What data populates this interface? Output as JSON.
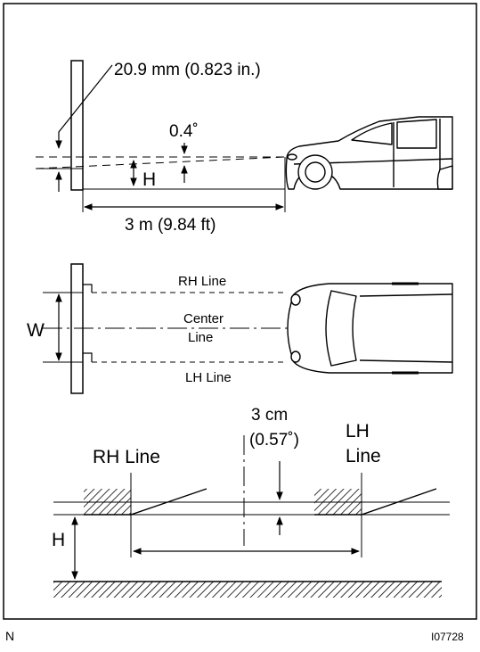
{
  "diagram": {
    "top": {
      "offset_label": "20.9 mm (0.823 in.)",
      "angle_label": "0.4˚",
      "height_label": "H",
      "distance_label": "3 m (9.84 ft)"
    },
    "middle": {
      "width_label": "W",
      "rh_line": "RH Line",
      "center_line_1": "Center",
      "center_line_2": "Line",
      "lh_line": "LH Line"
    },
    "bottom": {
      "drop_label_1": "3 cm",
      "drop_label_2": "(0.57˚)",
      "rh_line": "RH Line",
      "lh_line_1": "LH",
      "lh_line_2": "Line",
      "height_label": "H"
    },
    "corner_left": "N",
    "corner_right": "I07728"
  }
}
